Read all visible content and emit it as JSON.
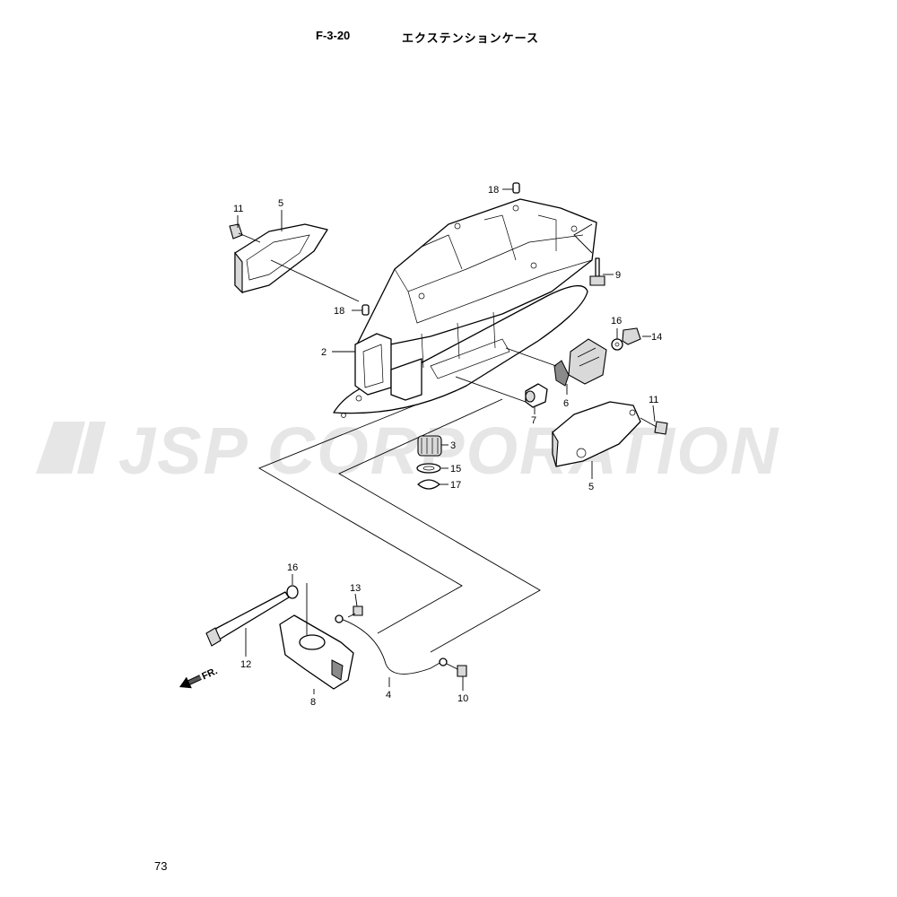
{
  "header": {
    "code": "F-3-20",
    "title": "エクステンションケース"
  },
  "watermark": "JSP CORPORATION",
  "front_marker": "FR.",
  "page_number": "73",
  "parts": [
    {
      "no": "18"
    },
    {
      "no": "11"
    },
    {
      "no": "5"
    },
    {
      "no": "9"
    },
    {
      "no": "18"
    },
    {
      "no": "2"
    },
    {
      "no": "16"
    },
    {
      "no": "14"
    },
    {
      "no": "6"
    },
    {
      "no": "7"
    },
    {
      "no": "11"
    },
    {
      "no": "3"
    },
    {
      "no": "15"
    },
    {
      "no": "17"
    },
    {
      "no": "5"
    },
    {
      "no": "16"
    },
    {
      "no": "13"
    },
    {
      "no": "12"
    },
    {
      "no": "8"
    },
    {
      "no": "4"
    },
    {
      "no": "10"
    }
  ]
}
